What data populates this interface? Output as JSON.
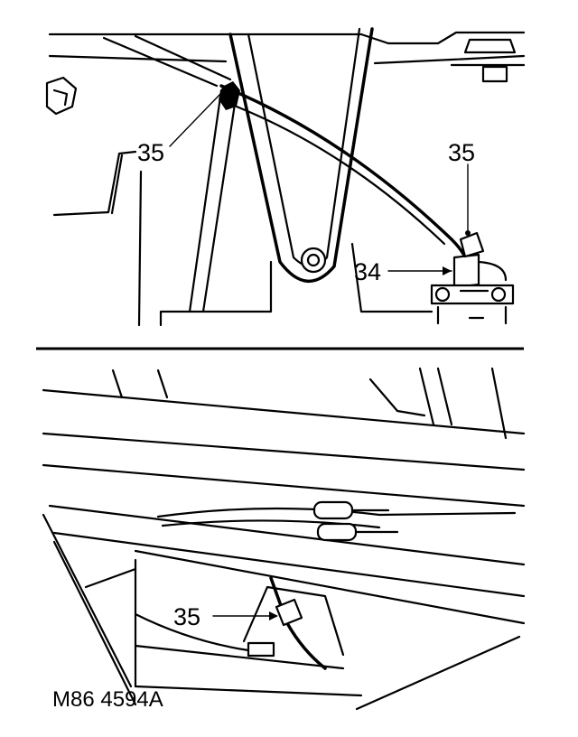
{
  "labels": {
    "top_left_callout": "35",
    "top_right_callout": "35",
    "top_part_callout": "34",
    "bottom_callout": "35"
  },
  "figure_reference": "M86 4594A"
}
